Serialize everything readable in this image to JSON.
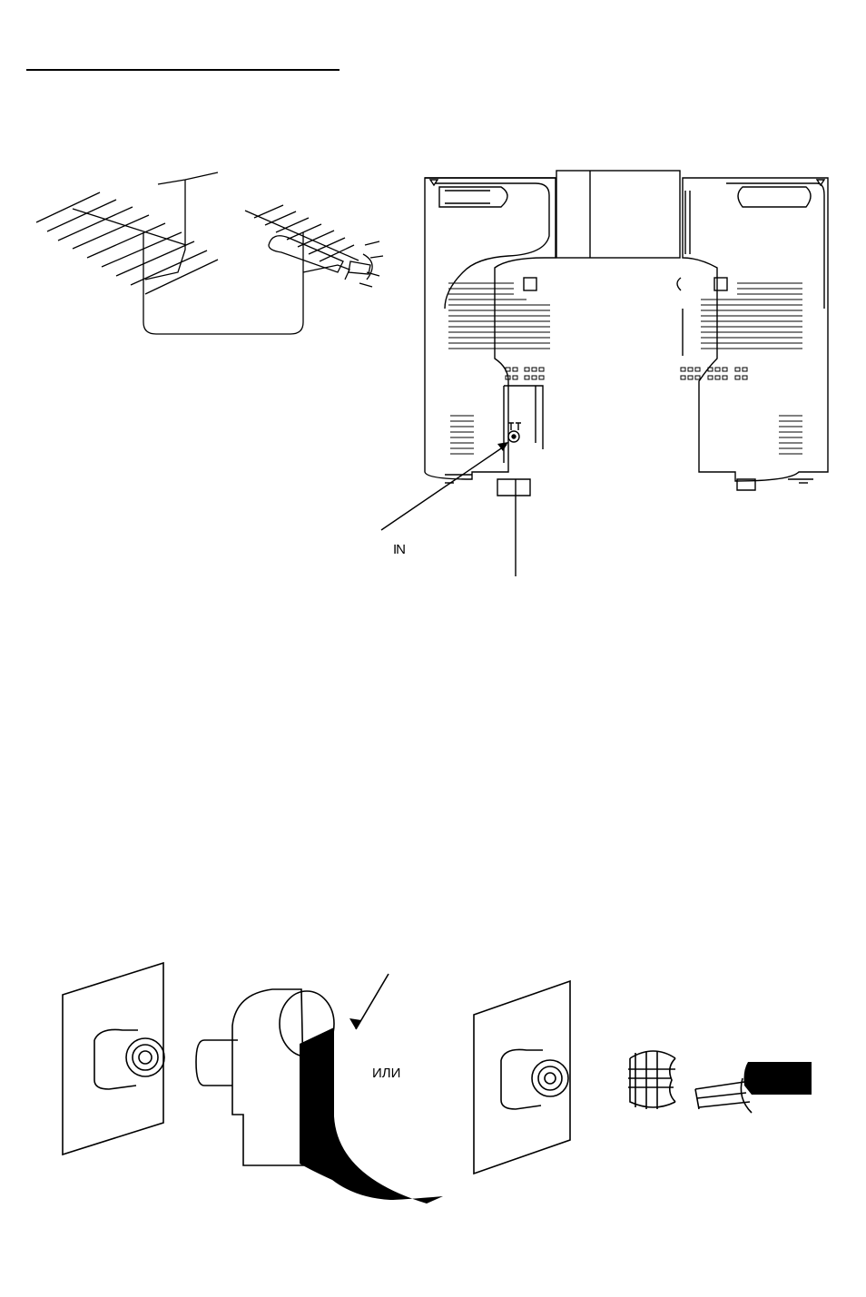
{
  "labels": {
    "antenna_input_mark": "IN",
    "or_text": "ИЛИ"
  },
  "colors": {
    "ink": "#000000",
    "paper": "#ffffff"
  },
  "icons": {
    "antenna": "yagi-antenna-illustration",
    "tv_back": "tv-rear-panel-illustration",
    "coax_plug": "coaxial-plug-illustration"
  }
}
